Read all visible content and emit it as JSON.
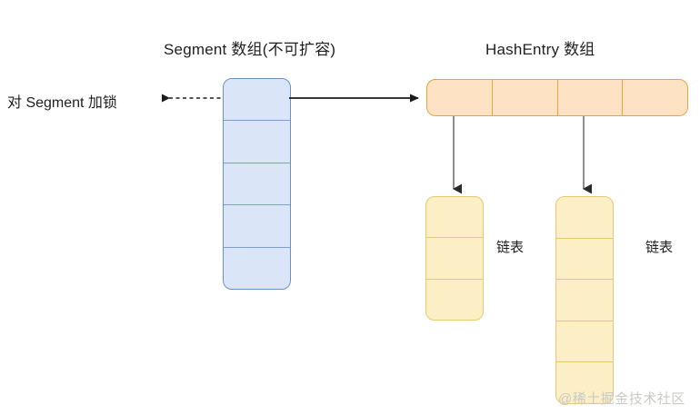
{
  "diagram": {
    "titles": {
      "segment_array": "Segment 数组(不可扩容)",
      "hashentry_array": "HashEntry 数组"
    },
    "labels": {
      "segment_lock": "对 Segment 加锁",
      "linked_list_1": "链表",
      "linked_list_2": "链表"
    },
    "watermark": "@稀土掘金技术社区",
    "colors": {
      "segment_fill": "#dae5f7",
      "segment_stroke": "#6b8fc7",
      "hashentry_fill": "#fde2c4",
      "hashentry_stroke": "#e8a33d",
      "chain_fill": "#fcefc6",
      "chain_stroke": "#e5c871",
      "arrow_solid": "#1a1a1a",
      "arrow_dashed": "#1a1a1a",
      "arrow_gray": "#7b7b7b",
      "text": "#1f1f1f",
      "watermark": "#c9c9c4"
    },
    "structures": {
      "segment_array": {
        "orientation": "vertical",
        "cell_count": 5
      },
      "hashentry_array": {
        "orientation": "horizontal",
        "cell_count": 4
      },
      "chain_1": {
        "orientation": "vertical",
        "cell_count": 3
      },
      "chain_2": {
        "orientation": "vertical",
        "cell_count": 5
      }
    },
    "connectors": [
      {
        "name": "segment-to-lock-label",
        "style": "dashed",
        "direction": "left"
      },
      {
        "name": "segment-to-hashentry",
        "style": "solid",
        "direction": "right"
      },
      {
        "name": "hashentry-to-chain-1",
        "style": "solid",
        "direction": "down"
      },
      {
        "name": "hashentry-to-chain-2",
        "style": "solid",
        "direction": "down"
      }
    ]
  }
}
